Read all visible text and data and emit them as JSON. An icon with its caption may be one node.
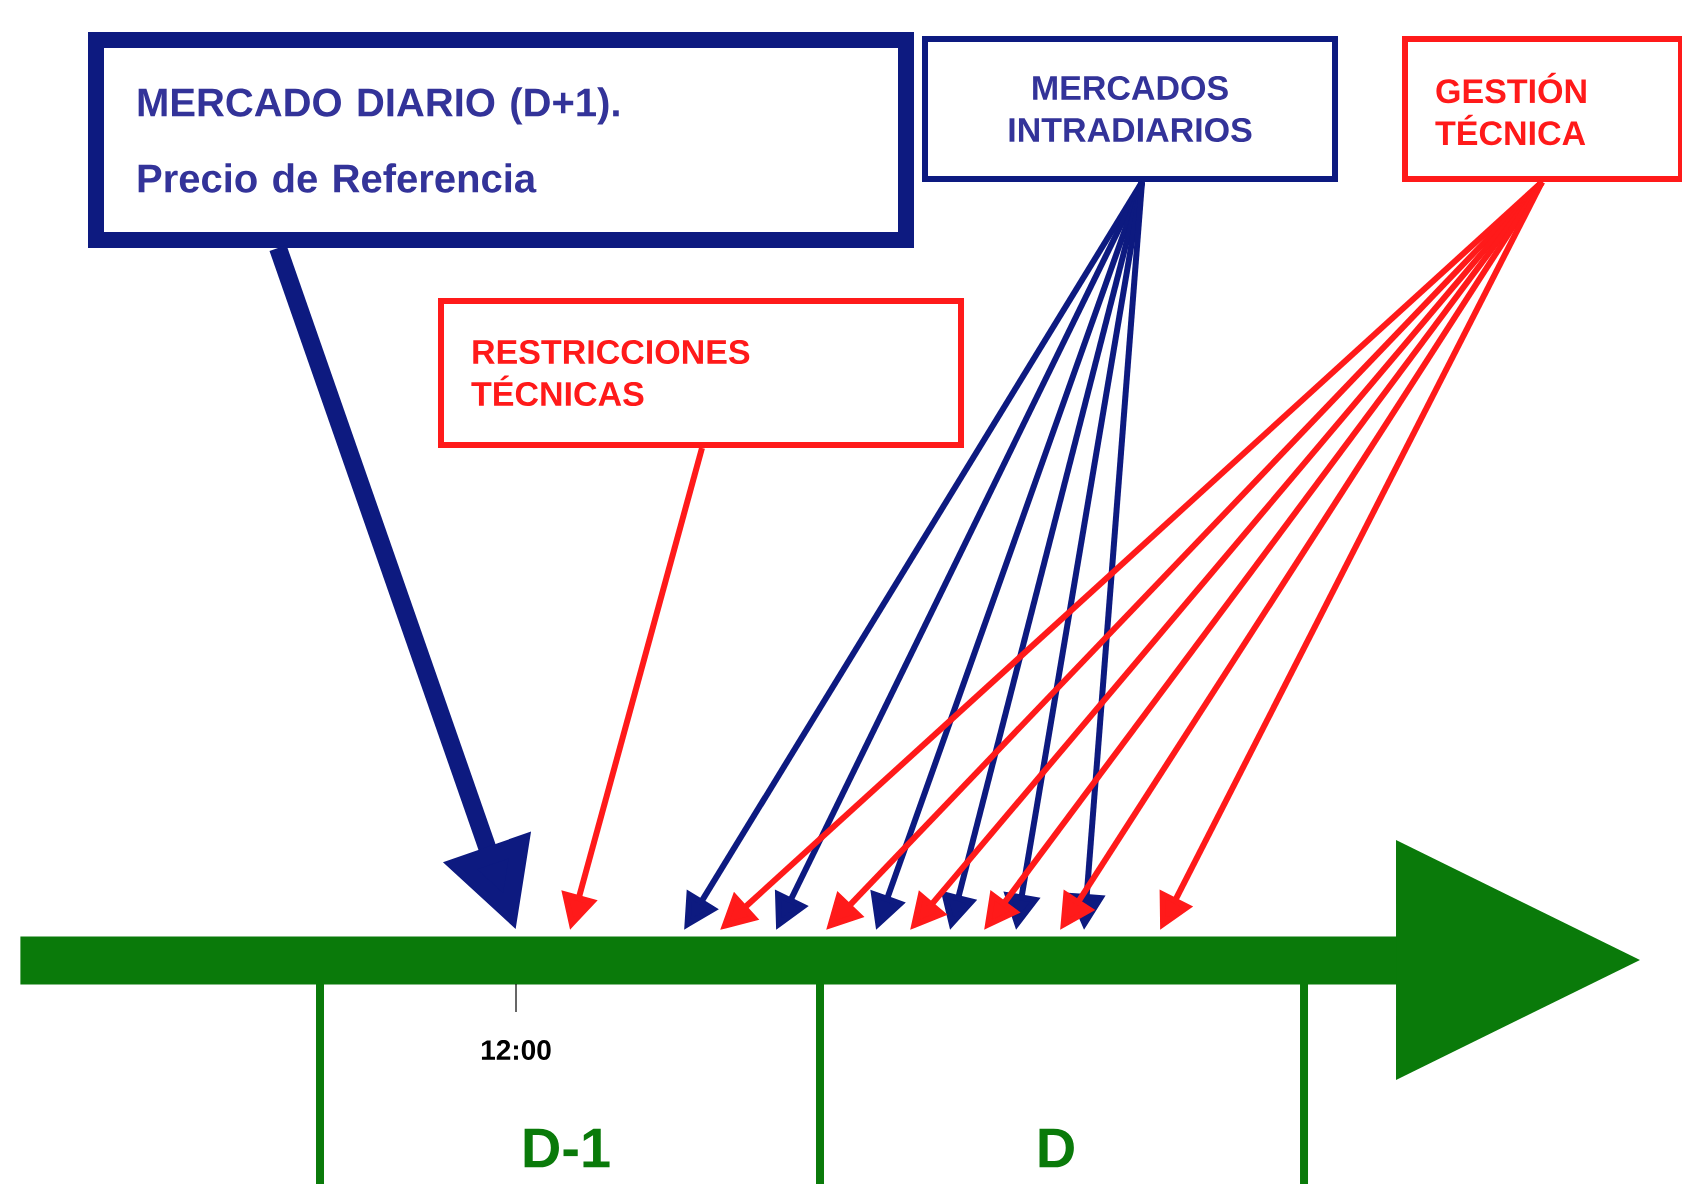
{
  "diagram": {
    "nodes": [
      {
        "text": [
          "MERCADO DIARIO (D+1).",
          "Precio de Referencia"
        ]
      },
      {
        "text": [
          "MERCADOS INTRADIARIOS"
        ]
      },
      {
        "text": [
          "GESTIÓN TÉCNICA"
        ]
      },
      {
        "text": [
          "RESTRICCIONES TÉCNICAS"
        ]
      },
      {
        "text": [],
        "shape": "bar"
      }
    ],
    "edges": [
      {
        "from": 0,
        "to": 4,
        "arrow": "to",
        "style": "thick",
        "color": "#0d1a80"
      },
      {
        "from": 3,
        "to": 4,
        "arrow": "to",
        "color": "#ff1a1a"
      },
      {
        "from": 1,
        "to": 4,
        "arrow": "to",
        "color": "#0d1a80"
      },
      {
        "from": 1,
        "to": 4,
        "arrow": "to",
        "color": "#0d1a80"
      },
      {
        "from": 1,
        "to": 4,
        "arrow": "to",
        "color": "#0d1a80"
      },
      {
        "from": 1,
        "to": 4,
        "arrow": "to",
        "color": "#0d1a80"
      },
      {
        "from": 1,
        "to": 4,
        "arrow": "to",
        "color": "#0d1a80"
      },
      {
        "from": 1,
        "to": 4,
        "arrow": "to",
        "color": "#0d1a80"
      },
      {
        "from": 2,
        "to": 4,
        "arrow": "to",
        "color": "#ff1a1a"
      },
      {
        "from": 2,
        "to": 4,
        "arrow": "to",
        "color": "#ff1a1a"
      },
      {
        "from": 2,
        "to": 4,
        "arrow": "to",
        "color": "#ff1a1a"
      },
      {
        "from": 2,
        "to": 4,
        "arrow": "to",
        "color": "#ff1a1a"
      },
      {
        "from": 2,
        "to": 4,
        "arrow": "to",
        "color": "#ff1a1a"
      },
      {
        "from": 2,
        "to": 4,
        "arrow": "to",
        "color": "#ff1a1a"
      }
    ],
    "labels": [
      "12:00",
      "D-1",
      "D"
    ]
  }
}
